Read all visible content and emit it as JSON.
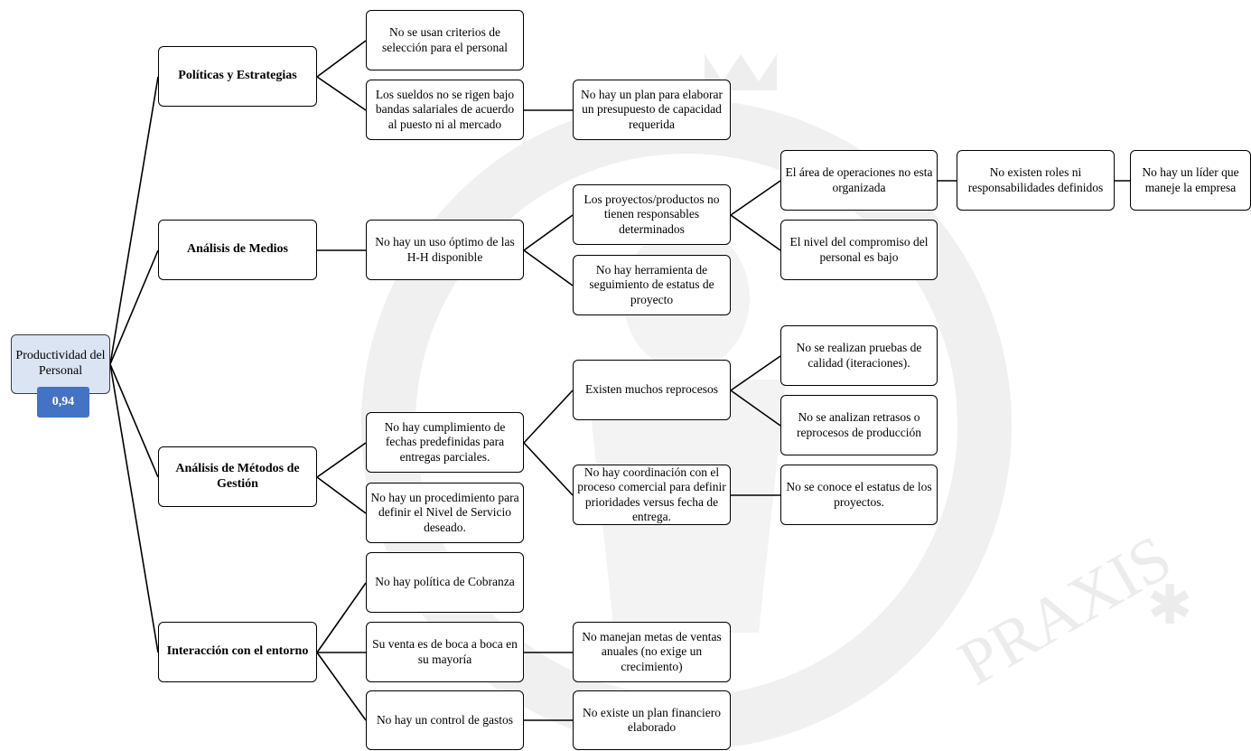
{
  "root": {
    "label": "Productividad del Personal",
    "score": "0,94",
    "score_color": "#4472c4",
    "fill_color": "#dbe4f3"
  },
  "categories": [
    {
      "label": "Políticas y Estrategias",
      "causes": [
        {
          "label": "No se usan criterios de selección para el personal"
        },
        {
          "label": "Los sueldos no se rigen bajo bandas salariales de acuerdo al puesto ni al mercado",
          "children": [
            {
              "label": "No hay un plan para elaborar un presupuesto de capacidad requerida"
            }
          ]
        }
      ]
    },
    {
      "label": "Análisis de Medios",
      "causes": [
        {
          "label": "No hay un uso óptimo de las H-H disponible",
          "children": [
            {
              "label": "Los proyectos/productos no tienen responsables determinados",
              "children": [
                {
                  "label": "El área de operaciones no esta organizada",
                  "children": [
                    {
                      "label": "No existen roles ni responsabilidades definidos",
                      "children": [
                        {
                          "label": "No hay un líder que maneje la empresa"
                        }
                      ]
                    }
                  ]
                },
                {
                  "label": "El nivel del compromiso del personal es bajo"
                }
              ]
            },
            {
              "label": "No hay herramienta de seguimiento de estatus de proyecto"
            }
          ]
        }
      ]
    },
    {
      "label": "Análisis de Métodos de Gestión",
      "causes": [
        {
          "label": "No hay cumplimiento de fechas predefinidas para entregas parciales.",
          "children": [
            {
              "label": "Existen muchos reprocesos",
              "children": [
                {
                  "label": "No se realizan pruebas de calidad (iteraciones)."
                },
                {
                  "label": "No se analizan retrasos o reprocesos de producción"
                }
              ]
            },
            {
              "label": "No hay coordinación con el proceso comercial para definir prioridades versus fecha de entrega.",
              "children": [
                {
                  "label": "No se conoce el estatus de los proyectos."
                }
              ]
            }
          ]
        },
        {
          "label": "No hay un procedimiento para definir el Nivel de Servicio deseado."
        }
      ]
    },
    {
      "label": "Interacción con el entorno",
      "causes": [
        {
          "label": "No hay política de Cobranza"
        },
        {
          "label": "Su venta es de boca a boca en su mayoría",
          "children": [
            {
              "label": "No manejan metas de ventas anuales (no exige un crecimiento)"
            }
          ]
        },
        {
          "label": "No hay un control de gastos",
          "children": [
            {
              "label": "No existe un plan financiero elaborado"
            }
          ]
        }
      ]
    }
  ],
  "watermark": {
    "text": "PRAXIS",
    "color": "#ececec"
  }
}
